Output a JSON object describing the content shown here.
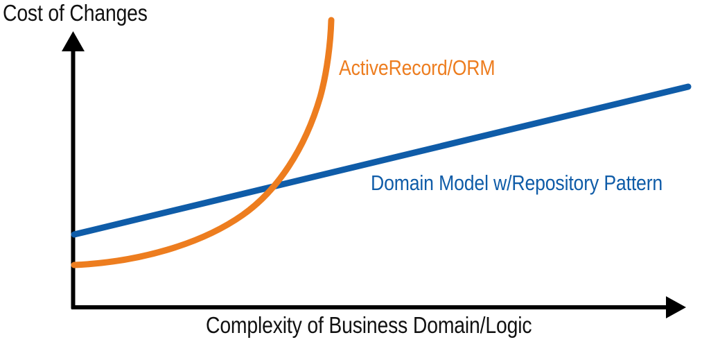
{
  "chart_data": {
    "type": "line",
    "title": "",
    "subtitle": "",
    "xlabel": "Complexity of Business Domain/Logic",
    "ylabel": "Cost of Changes",
    "grid": false,
    "legend_position": "inline-annotation",
    "axis_style": "arrow-axes-unitless",
    "xlim": [
      0,
      100
    ],
    "ylim": [
      0,
      100
    ],
    "xticks": [],
    "yticks": [],
    "annotations": [
      {
        "text": "ActiveRecord/ORM",
        "color": "#ED7D1F",
        "series": "ActiveRecord/ORM"
      },
      {
        "text": "Domain Model w/Repository Pattern",
        "color": "#0F5CA8",
        "series": "Domain Model w/Repository Pattern"
      }
    ],
    "series": [
      {
        "name": "ActiveRecord/ORM",
        "color": "#ED7D1F",
        "shape": "exponential",
        "x": [
          0,
          5,
          10,
          15,
          20,
          25,
          30,
          33,
          36,
          39,
          41,
          42
        ],
        "values": [
          16,
          16.5,
          18,
          20,
          24,
          30,
          40,
          50,
          64,
          80,
          92,
          100
        ]
      },
      {
        "name": "Domain Model w/Repository Pattern",
        "color": "#0F5CA8",
        "shape": "linear",
        "x": [
          0,
          100
        ],
        "values": [
          27,
          80
        ]
      }
    ]
  },
  "labels": {
    "y_axis": "Cost of Changes",
    "x_axis": "Complexity of Business Domain/Logic",
    "orange_series": "ActiveRecord/ORM",
    "blue_series": "Domain Model w/Repository Pattern"
  },
  "colors": {
    "orange": "#ED7D1F",
    "blue": "#0F5CA8",
    "axis": "#000000",
    "background": "#FFFFFF"
  }
}
